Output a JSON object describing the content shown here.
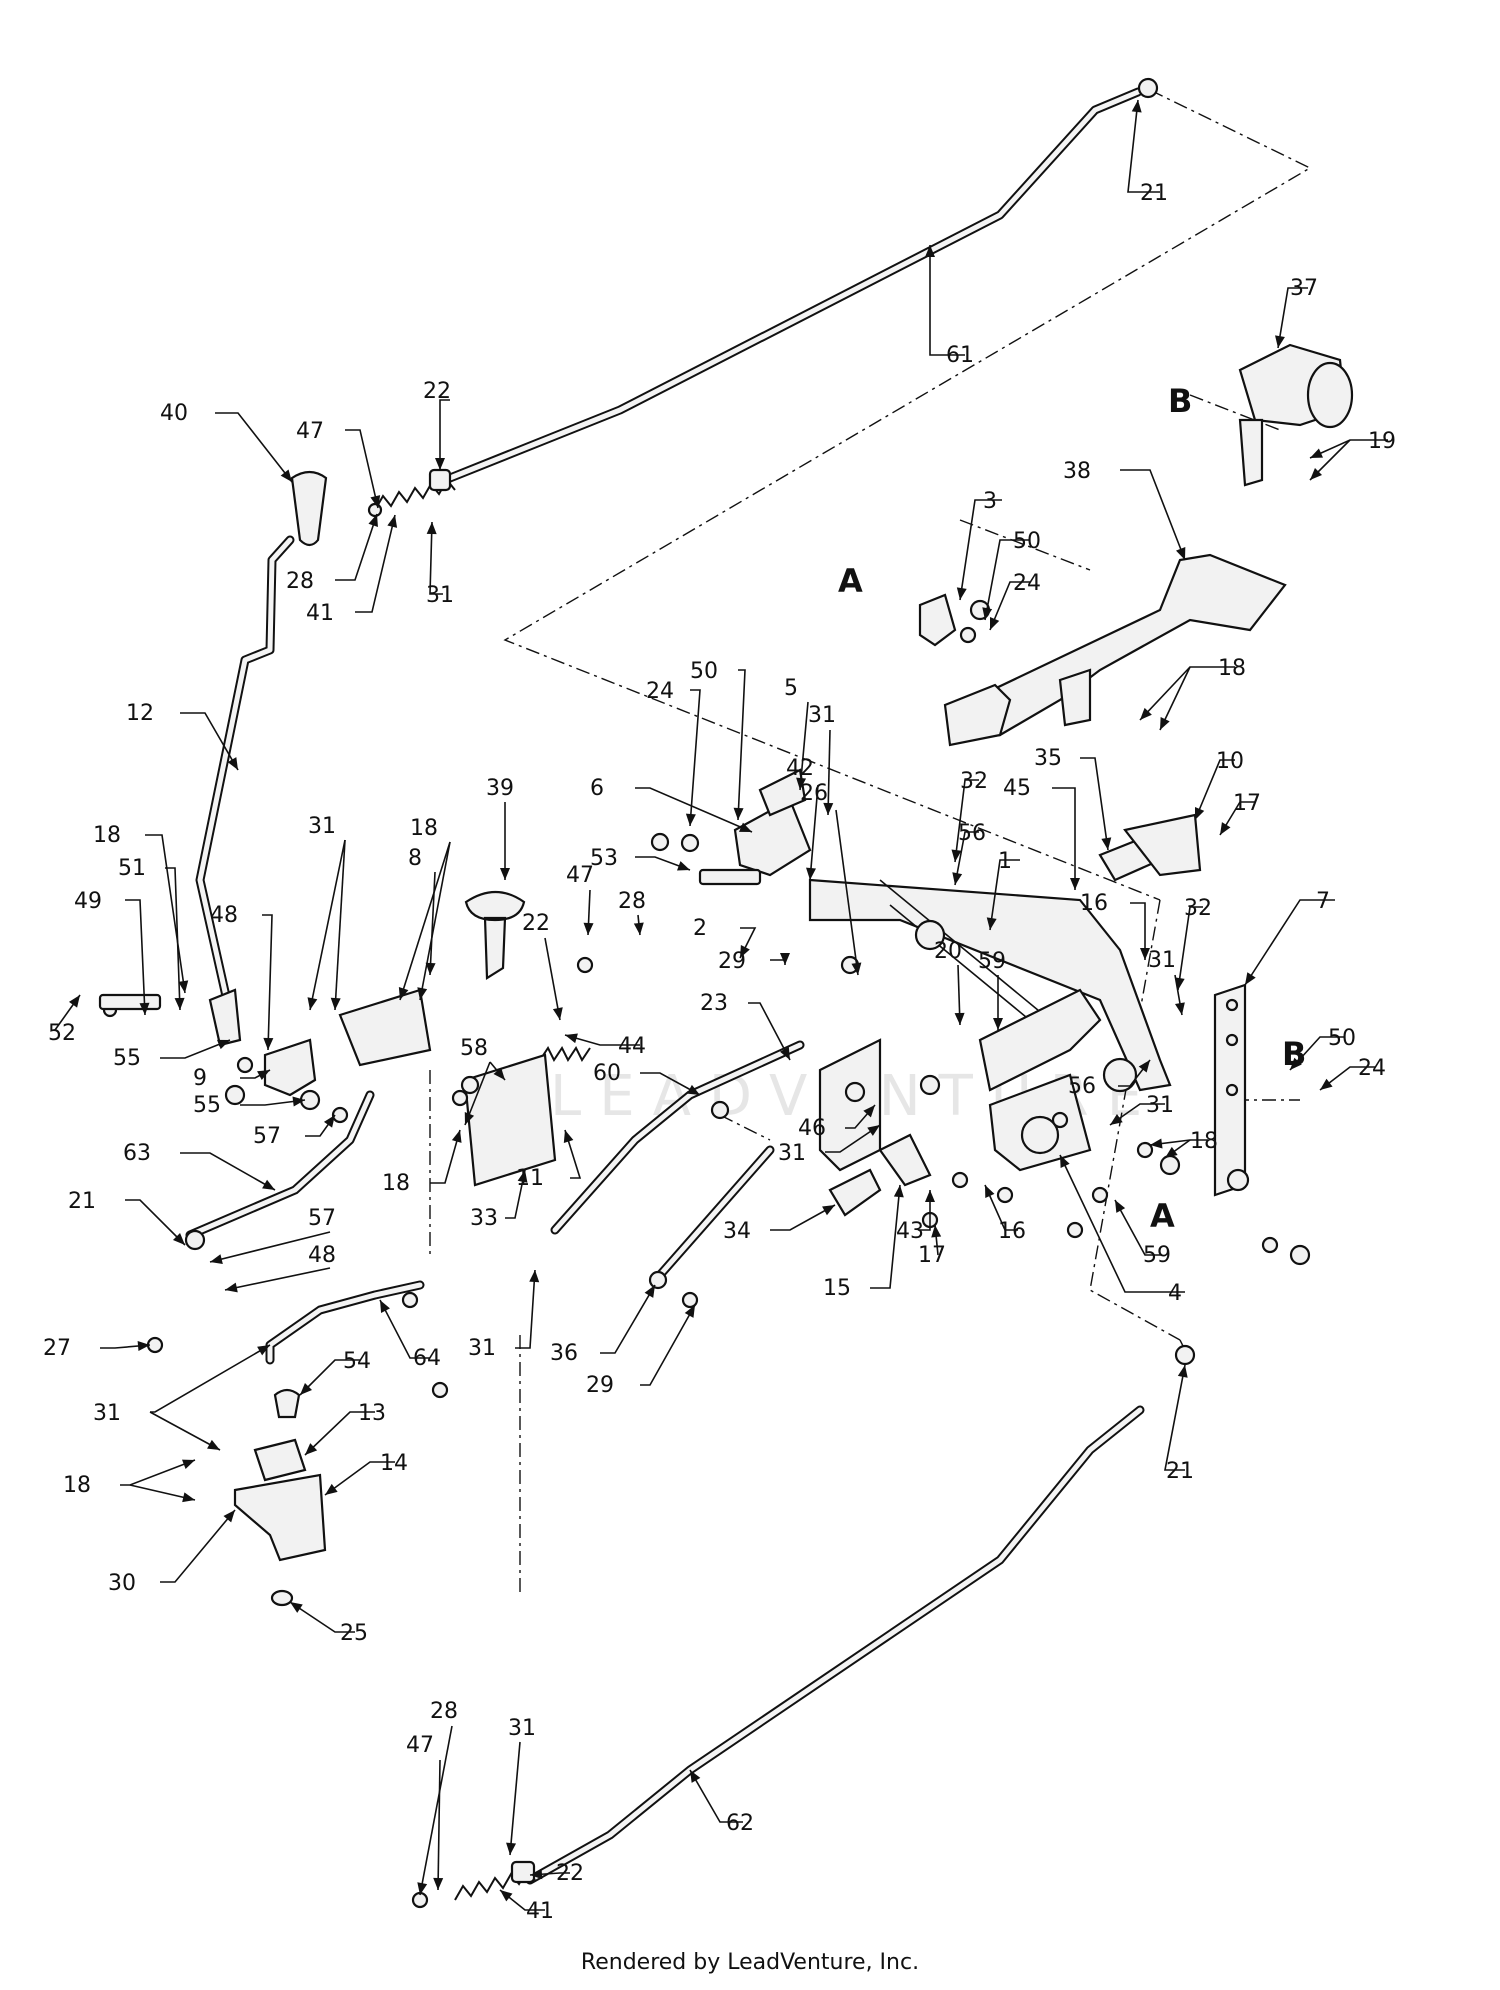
{
  "diagram": {
    "letters": [
      "A",
      "B",
      "A",
      "B"
    ],
    "watermark": "LEADVENTURE",
    "callouts": [
      {
        "id": "c61",
        "label": "61"
      },
      {
        "id": "c21a",
        "label": "21"
      },
      {
        "id": "c37",
        "label": "37"
      },
      {
        "id": "c19",
        "label": "19"
      },
      {
        "id": "c40",
        "label": "40"
      },
      {
        "id": "c47a",
        "label": "47"
      },
      {
        "id": "c22a",
        "label": "22"
      },
      {
        "id": "c28a",
        "label": "28"
      },
      {
        "id": "c41a",
        "label": "41"
      },
      {
        "id": "c31a",
        "label": "31"
      },
      {
        "id": "c38",
        "label": "38"
      },
      {
        "id": "c3",
        "label": "3"
      },
      {
        "id": "c50a",
        "label": "50"
      },
      {
        "id": "c24a",
        "label": "24"
      },
      {
        "id": "c18a",
        "label": "18"
      },
      {
        "id": "c12",
        "label": "12"
      },
      {
        "id": "c24b",
        "label": "24"
      },
      {
        "id": "c50b",
        "label": "50"
      },
      {
        "id": "c5",
        "label": "5"
      },
      {
        "id": "c31b",
        "label": "31"
      },
      {
        "id": "c6",
        "label": "6"
      },
      {
        "id": "c42",
        "label": "42"
      },
      {
        "id": "c35",
        "label": "35"
      },
      {
        "id": "c10",
        "label": "10"
      },
      {
        "id": "c45",
        "label": "45"
      },
      {
        "id": "c17a",
        "label": "17"
      },
      {
        "id": "c32a",
        "label": "32"
      },
      {
        "id": "c56a",
        "label": "56"
      },
      {
        "id": "c1",
        "label": "1"
      },
      {
        "id": "c53",
        "label": "53"
      },
      {
        "id": "c26",
        "label": "26"
      },
      {
        "id": "c39",
        "label": "39"
      },
      {
        "id": "c18b",
        "label": "18"
      },
      {
        "id": "c31c",
        "label": "31"
      },
      {
        "id": "c8",
        "label": "8"
      },
      {
        "id": "c47b",
        "label": "47"
      },
      {
        "id": "c28b",
        "label": "28"
      },
      {
        "id": "c18c",
        "label": "18"
      },
      {
        "id": "c51",
        "label": "51"
      },
      {
        "id": "c49",
        "label": "49"
      },
      {
        "id": "c48a",
        "label": "48"
      },
      {
        "id": "c22b",
        "label": "22"
      },
      {
        "id": "c2",
        "label": "2"
      },
      {
        "id": "c16a",
        "label": "16"
      },
      {
        "id": "c32b",
        "label": "32"
      },
      {
        "id": "c7",
        "label": "7"
      },
      {
        "id": "c29a",
        "label": "29"
      },
      {
        "id": "c20",
        "label": "20"
      },
      {
        "id": "c59a",
        "label": "59"
      },
      {
        "id": "c31d",
        "label": "31"
      },
      {
        "id": "c44",
        "label": "44"
      },
      {
        "id": "c52",
        "label": "52"
      },
      {
        "id": "c55a",
        "label": "55"
      },
      {
        "id": "c58",
        "label": "58"
      },
      {
        "id": "c23",
        "label": "23"
      },
      {
        "id": "c9",
        "label": "9"
      },
      {
        "id": "c55b",
        "label": "55"
      },
      {
        "id": "c50c",
        "label": "50"
      },
      {
        "id": "c24c",
        "label": "24"
      },
      {
        "id": "c60",
        "label": "60"
      },
      {
        "id": "c56b",
        "label": "56"
      },
      {
        "id": "c31e",
        "label": "31"
      },
      {
        "id": "c57a",
        "label": "57"
      },
      {
        "id": "c46",
        "label": "46"
      },
      {
        "id": "c18d",
        "label": "18"
      },
      {
        "id": "c63",
        "label": "63"
      },
      {
        "id": "c11",
        "label": "11"
      },
      {
        "id": "c31f",
        "label": "31"
      },
      {
        "id": "c18e",
        "label": "18"
      },
      {
        "id": "c33",
        "label": "33"
      },
      {
        "id": "c34",
        "label": "34"
      },
      {
        "id": "c43",
        "label": "43"
      },
      {
        "id": "c16b",
        "label": "16"
      },
      {
        "id": "c59b",
        "label": "59"
      },
      {
        "id": "c21b",
        "label": "21"
      },
      {
        "id": "c57b",
        "label": "57"
      },
      {
        "id": "c17b",
        "label": "17"
      },
      {
        "id": "c4",
        "label": "4"
      },
      {
        "id": "c48b",
        "label": "48"
      },
      {
        "id": "c15",
        "label": "15"
      },
      {
        "id": "c27",
        "label": "27"
      },
      {
        "id": "c64",
        "label": "64"
      },
      {
        "id": "c31g",
        "label": "31"
      },
      {
        "id": "c36",
        "label": "36"
      },
      {
        "id": "c54",
        "label": "54"
      },
      {
        "id": "c29b",
        "label": "29"
      },
      {
        "id": "c31h",
        "label": "31"
      },
      {
        "id": "c13",
        "label": "13"
      },
      {
        "id": "c14",
        "label": "14"
      },
      {
        "id": "c18f",
        "label": "18"
      },
      {
        "id": "c21c",
        "label": "21"
      },
      {
        "id": "c30",
        "label": "30"
      },
      {
        "id": "c25",
        "label": "25"
      },
      {
        "id": "c28c",
        "label": "28"
      },
      {
        "id": "c31i",
        "label": "31"
      },
      {
        "id": "c47c",
        "label": "47"
      },
      {
        "id": "c62",
        "label": "62"
      },
      {
        "id": "c22c",
        "label": "22"
      },
      {
        "id": "c41b",
        "label": "41"
      }
    ]
  },
  "footer": {
    "text": "Rendered by LeadVenture, Inc."
  }
}
